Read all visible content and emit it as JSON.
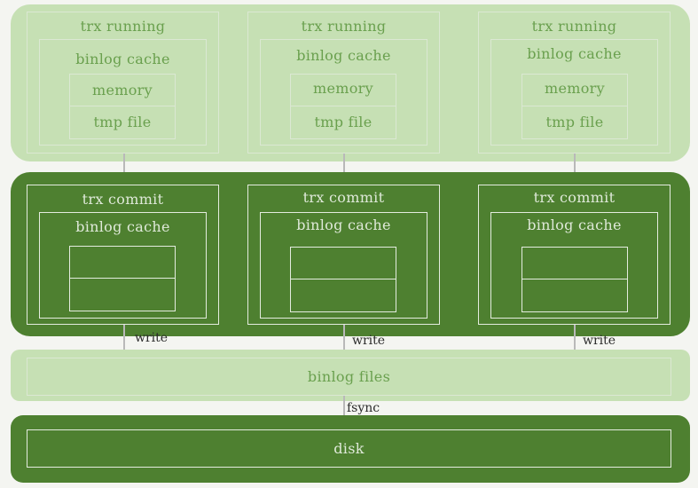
{
  "running": {
    "columns": [
      {
        "title": "trx running",
        "cache": "binlog cache",
        "memory": "memory",
        "tmp_file": "tmp file"
      },
      {
        "title": "trx running",
        "cache": "binlog cache",
        "memory": "memory",
        "tmp_file": "tmp file"
      },
      {
        "title": "trx running",
        "cache": "binlog cache",
        "memory": "memory",
        "tmp_file": "tmp file"
      }
    ]
  },
  "commit": {
    "columns": [
      {
        "title": "trx commit",
        "cache": "binlog cache"
      },
      {
        "title": "trx commit",
        "cache": "binlog cache"
      },
      {
        "title": "trx commit",
        "cache": "binlog cache"
      }
    ]
  },
  "write_labels": [
    "write",
    "write",
    "write"
  ],
  "binlog_files": "binlog files",
  "fsync_label": "fsync",
  "disk": "disk",
  "colors": {
    "light_green": "#c6e0b4",
    "dark_green": "#4e8030",
    "background": "#f4f5f1"
  }
}
